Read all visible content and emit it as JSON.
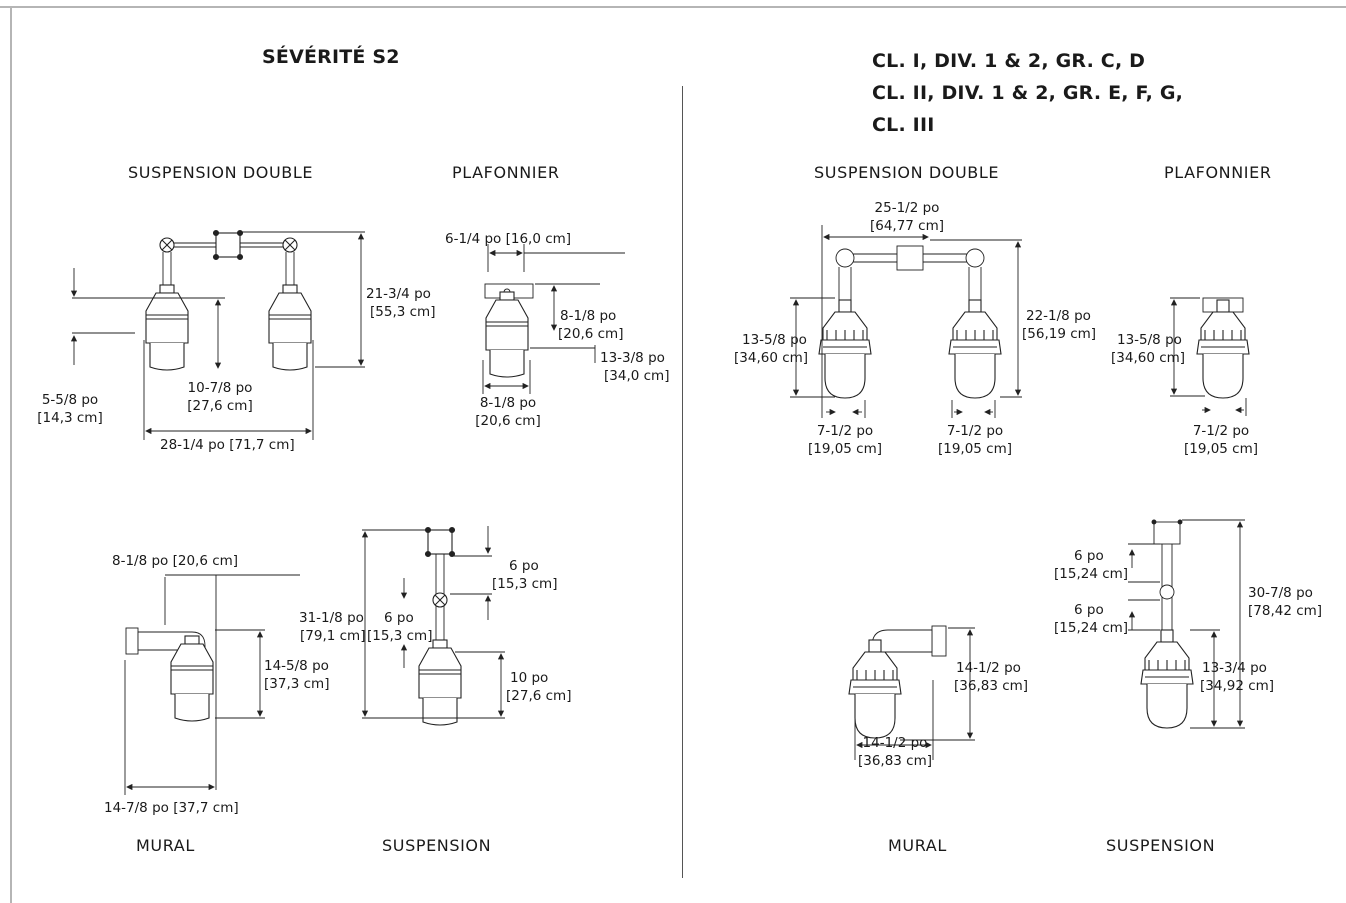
{
  "left": {
    "title": "SÉVÉRITÉ S2",
    "double_title": "SUSPENSION DOUBLE",
    "plaf_title": "PLAFONNIER",
    "mural_title": "MURAL",
    "susp_title": "SUSPENSION",
    "dims": {
      "d_5_5_8": "5-5/8 po",
      "d_5_5_8_cm": "[14,3 cm]",
      "d_10_7_8": "10-7/8 po",
      "d_10_7_8_cm": "[27,6 cm]",
      "d_28_1_4": "28-1/4 po [71,7 cm]",
      "d_21_3_4": "21-3/4 po",
      "d_21_3_4_cm": "[55,3 cm]",
      "p_6_1_4": "6-1/4 po [16,0 cm]",
      "p_8_1_8_a": "8-1/8 po",
      "p_8_1_8_a_cm": "[20,6 cm]",
      "p_13_3_8": "13-3/8 po",
      "p_13_3_8_cm": "[34,0 cm]",
      "p_8_1_8_b": "8-1/8 po",
      "p_8_1_8_b_cm": "[20,6 cm]",
      "m_8_1_8": "8-1/8 po [20,6 cm]",
      "m_14_5_8": "14-5/8 po",
      "m_14_5_8_cm": "[37,3 cm]",
      "m_14_7_8": "14-7/8 po [37,7 cm]",
      "s_31_1_8": "31-1/8 po",
      "s_31_1_8_cm": "[79,1 cm]",
      "s_6_a": "6 po",
      "s_6_a_cm": "[15,3 cm]",
      "s_6_b": "6 po",
      "s_6_b_cm": "[15,3 cm]",
      "s_10": "10 po",
      "s_10_cm": "[27,6 cm]"
    }
  },
  "right": {
    "title_lines": [
      "CL. I, DIV. 1 & 2, GR. C, D",
      "CL. II, DIV. 1 & 2, GR. E, F, G,",
      "CL. III"
    ],
    "double_title": "SUSPENSION DOUBLE",
    "plaf_title": "PLAFONNIER",
    "mural_title": "MURAL",
    "susp_title": "SUSPENSION",
    "dims": {
      "d_25_1_2": "25-1/2 po",
      "d_25_1_2_cm": "[64,77 cm]",
      "d_13_5_8": "13-5/8 po",
      "d_13_5_8_cm": "[34,60 cm]",
      "d_22_1_8": "22-1/8 po",
      "d_22_1_8_cm": "[56,19 cm]",
      "d_7_1_2_a": "7-1/2 po",
      "d_7_1_2_a_cm": "[19,05 cm]",
      "d_7_1_2_b": "7-1/2 po",
      "d_7_1_2_b_cm": "[19,05 cm]",
      "p_13_5_8": "13-5/8 po",
      "p_13_5_8_cm": "[34,60 cm]",
      "p_7_1_2": "7-1/2 po",
      "p_7_1_2_cm": "[19,05 cm]",
      "m_14_1_2_a": "14-1/2 po",
      "m_14_1_2_a_cm": "[36,83 cm]",
      "m_14_1_2_b": "14-1/2 po",
      "m_14_1_2_b_cm": "[36,83 cm]",
      "s_6_a": "6 po",
      "s_6_a_cm": "[15,24 cm]",
      "s_6_b": "6 po",
      "s_6_b_cm": "[15,24 cm]",
      "s_30_7_8": "30-7/8 po",
      "s_30_7_8_cm": "[78,42 cm]",
      "s_13_3_4": "13-3/4 po",
      "s_13_3_4_cm": "[34,92 cm]"
    }
  }
}
